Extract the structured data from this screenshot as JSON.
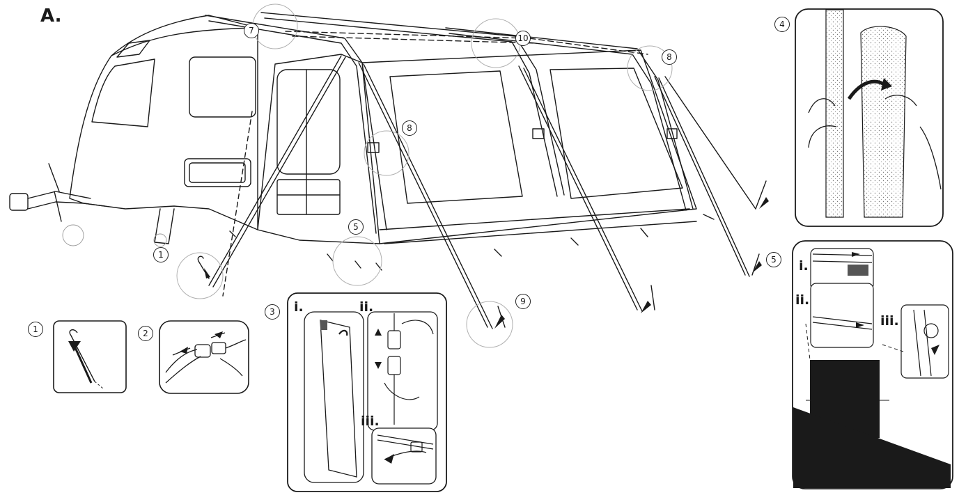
{
  "section_label": "A.",
  "callouts": {
    "c1_scene": "1",
    "c5_scene_a": "5",
    "c5_scene_b": "5",
    "c7": "7",
    "c8_a": "8",
    "c8_b": "8",
    "c9": "9",
    "c10": "10",
    "c1_panel": "1",
    "c2_panel": "2",
    "c3_panel": "3",
    "c4_panel": "4"
  },
  "panel3_steps": [
    "i.",
    "ii.",
    "iii."
  ],
  "panel5_steps": [
    "i.",
    "ii.",
    "iii."
  ]
}
